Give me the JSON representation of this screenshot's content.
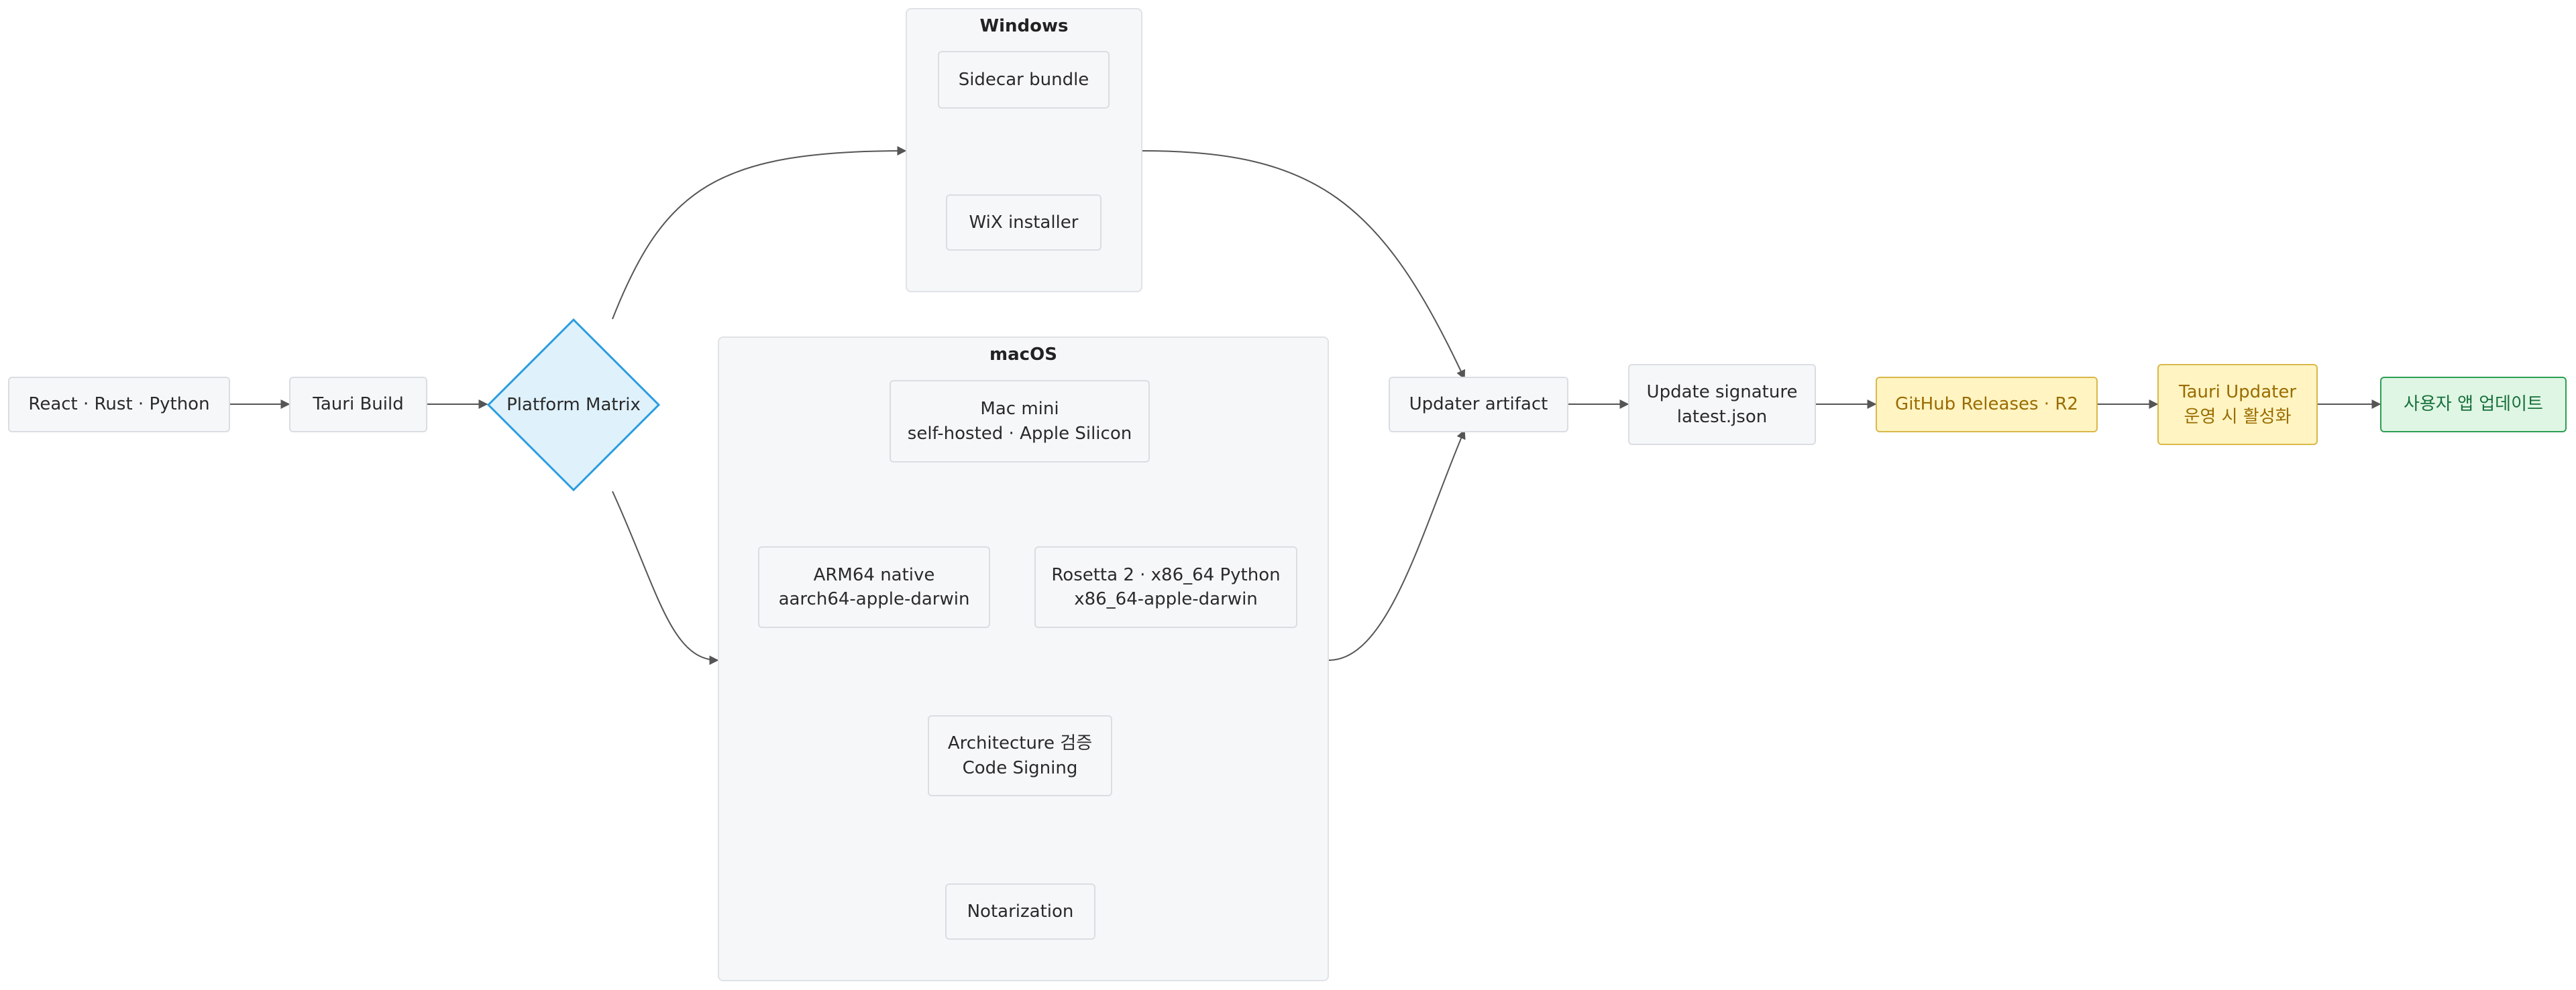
{
  "groups": {
    "windows": {
      "title": "Windows"
    },
    "macos": {
      "title": "macOS"
    }
  },
  "nodes": {
    "sources": "React · Rust · Python",
    "tauri_build": "Tauri Build",
    "platform_matrix": "Platform Matrix",
    "sidecar_bundle": "Sidecar bundle",
    "wix_installer": "WiX installer",
    "mac_mini": "Mac mini\nself-hosted · Apple Silicon",
    "arm64_native": "ARM64 native\naarch64-apple-darwin",
    "rosetta": "Rosetta 2 · x86_64 Python\nx86_64-apple-darwin",
    "arch_verify": "Architecture 검증\nCode Signing",
    "notarization": "Notarization",
    "updater_artifact": "Updater artifact",
    "update_signature": "Update signature\nlatest.json",
    "github_releases": "GitHub Releases · R2",
    "tauri_updater": "Tauri Updater\n운영 시 활성화",
    "user_update": "사용자 앱 업데이트"
  },
  "colors": {
    "edge": "#555555",
    "diamond_fill": "#dff1fb",
    "diamond_stroke": "#2a9de0",
    "yellow_fill": "#fff4c2",
    "green_fill": "#dff6e4"
  }
}
